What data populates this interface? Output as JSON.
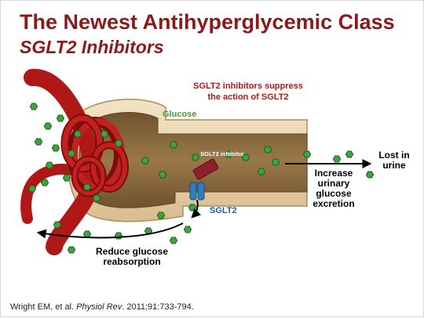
{
  "title": "The Newest Antihyperglycemic Class",
  "subtitle": "SGLT2 Inhibitors",
  "diagram": {
    "labels": {
      "inhibitor_action": "SGLT2 inhibitors suppress the action of SGLT2",
      "glucose": "Glucose",
      "sglt2_inhibitor": "SGLT2 inhibitor",
      "sglt2": "SGLT2",
      "lost_in_urine": "Lost in urine",
      "increase_excretion": "Increase urinary glucose excretion",
      "reduce_reabsorption": "Reduce glucose reabsorption"
    },
    "colors": {
      "title_red": "#8b1a1a",
      "vessel_red": "#b01818",
      "tubule_tan": "#e7d1a9",
      "lumen_brown": "#8a6a3c",
      "glucose_green": "#3fa33f",
      "transporter_blue": "#2f7fc0",
      "inhibitor_maroon": "#8e1f2f"
    }
  },
  "citation": {
    "prefix": "Wright EM, et al. ",
    "journal": "Physiol Rev",
    "suffix": ". 2011;91:733-794."
  }
}
